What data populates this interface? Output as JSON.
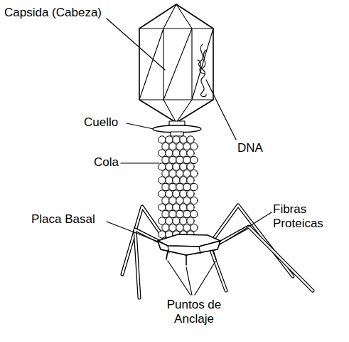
{
  "diagram": {
    "labels": [
      "Capsida (Cabeza)",
      "DNA",
      "Cuello",
      "Cola",
      "Placa Basal",
      "Fibras Proteicas",
      "Puntos de Anclaje"
    ]
  }
}
